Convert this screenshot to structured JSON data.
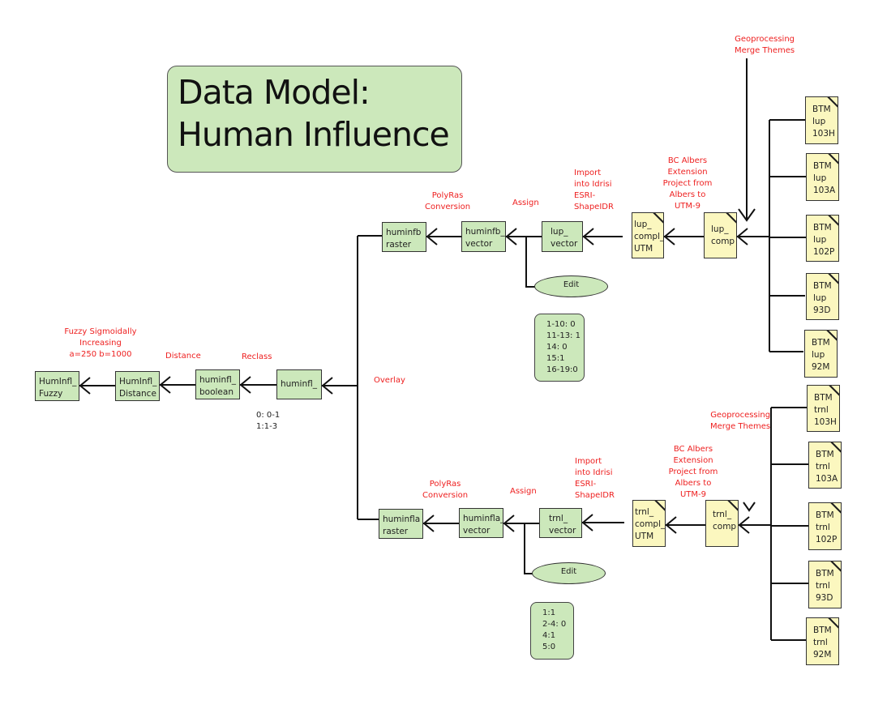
{
  "title": {
    "line1": "Data Model:",
    "line2": "Human Influence"
  },
  "colors": {
    "process_fill": "#cce8bb",
    "document_fill": "#fbf7bf",
    "label_red": "#ee2020",
    "line": "#111111"
  },
  "final_chain": {
    "fuzzy": [
      "HumInfl_",
      "Fuzzy"
    ],
    "distance": [
      "HumInfl_",
      "Distance"
    ],
    "boolean": [
      "huminfl_",
      "boolean"
    ],
    "huminfl": [
      "huminfl_"
    ],
    "labels": {
      "fuzzy": [
        "Fuzzy Sigmoidally",
        "Increasing",
        "a=250  b=1000"
      ],
      "distance": "Distance",
      "reclass": "Reclass",
      "overlay": "Overlay"
    },
    "reclass_rules": [
      "0: 0-1",
      "1:1-3"
    ]
  },
  "lup_branch": {
    "raster": [
      "huminfb",
      "raster"
    ],
    "vector": [
      "huminfb_",
      "vector"
    ],
    "source_vector": [
      "lup_",
      "vector"
    ],
    "compl_utm": [
      "lup_",
      "compl_",
      "UTM"
    ],
    "comp": [
      "lup_",
      "comp"
    ],
    "labels": {
      "polyras": [
        "PolyRas",
        "Conversion"
      ],
      "assign": "Assign",
      "import": [
        "Import",
        " into Idrisi",
        "ESRI-",
        "ShapeIDR"
      ],
      "albers": [
        "BC Albers",
        "Extension",
        "Project from",
        "Albers to",
        "UTM-9"
      ],
      "merge": [
        "Geoprocessing",
        "Merge Themes"
      ]
    },
    "edit_label": "Edit",
    "assign_rules": [
      "1-10: 0",
      "11-13: 1",
      "14: 0",
      "15:1",
      "16-19:0"
    ],
    "sources": [
      [
        "BTM",
        "lup",
        "103H"
      ],
      [
        "BTM",
        "lup",
        "103A"
      ],
      [
        "BTM",
        "lup",
        "102P"
      ],
      [
        "BTM",
        "lup",
        "93D"
      ],
      [
        "BTM",
        "lup",
        "92M"
      ]
    ]
  },
  "trnl_branch": {
    "raster": [
      "huminfla",
      "raster"
    ],
    "vector": [
      "huminfla_",
      "vector"
    ],
    "source_vector": [
      "trnl_",
      "vector"
    ],
    "compl_utm": [
      "trnl_",
      "compl_",
      "UTM"
    ],
    "comp": [
      "trnl_",
      "comp"
    ],
    "labels": {
      "polyras": [
        "PolyRas",
        "Conversion"
      ],
      "assign": "Assign",
      "import": [
        "Import",
        " into Idrisi",
        "ESRI-",
        "ShapeIDR"
      ],
      "albers": [
        "BC Albers",
        "Extension",
        "Project from",
        "Albers to",
        "UTM-9"
      ],
      "merge": [
        "Geoprocessing",
        "Merge Themes"
      ]
    },
    "edit_label": "Edit",
    "assign_rules": [
      "1:1",
      "2-4: 0",
      "4:1",
      "5:0"
    ],
    "sources": [
      [
        "BTM",
        "trnl",
        "103H"
      ],
      [
        "BTM",
        "trnl",
        "103A"
      ],
      [
        "BTM",
        "trnl",
        "102P"
      ],
      [
        "BTM",
        "trnl",
        "93D"
      ],
      [
        "BTM",
        "trnl",
        "92M"
      ]
    ]
  }
}
